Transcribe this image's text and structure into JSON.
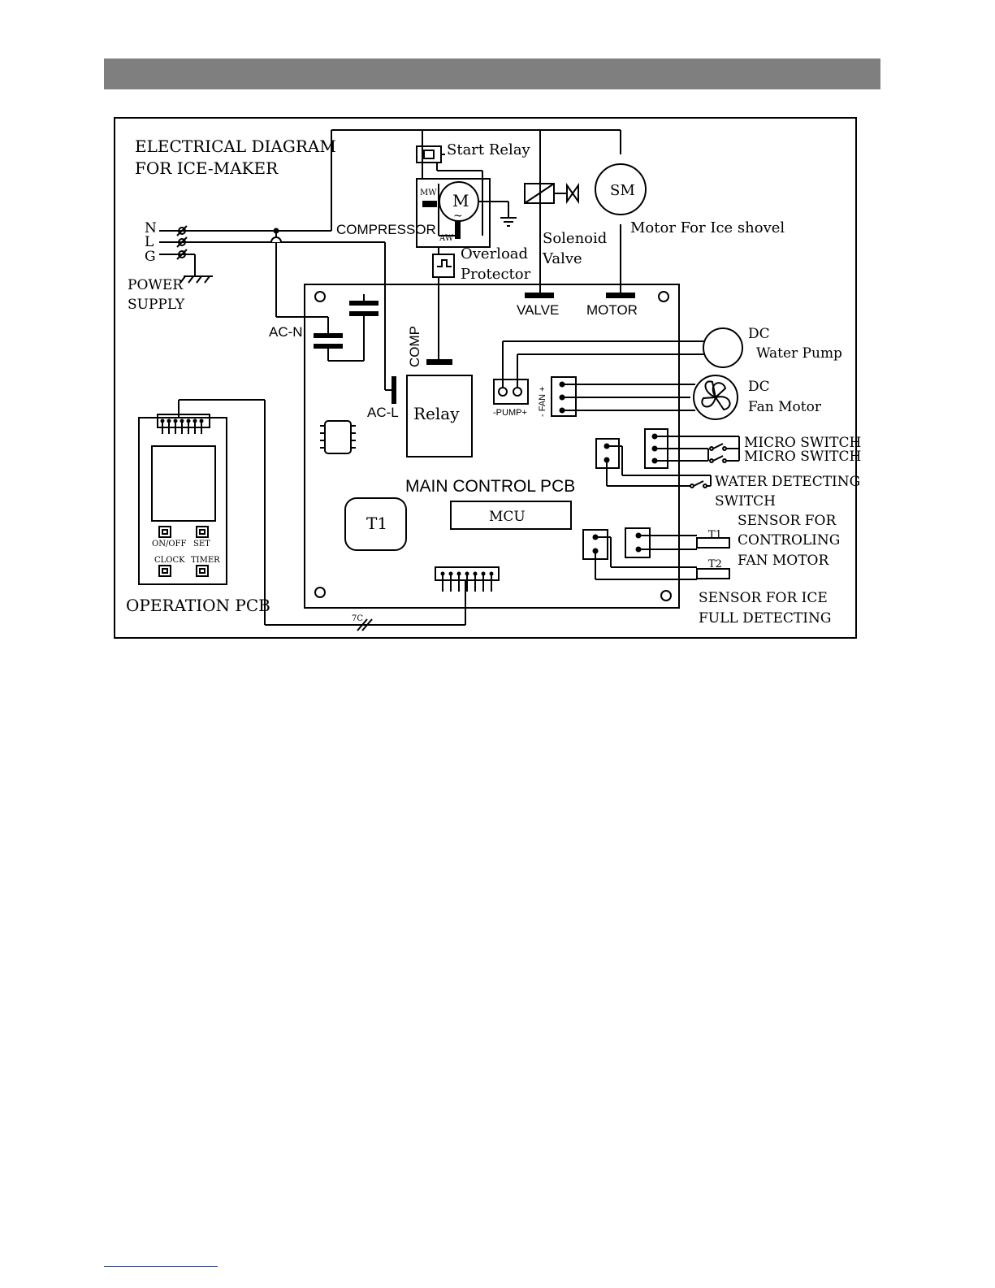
{
  "diagram": {
    "title_line1": "ELECTRICAL DIAGRAM",
    "title_line2": "FOR ICE-MAKER",
    "power": {
      "n": "N",
      "l": "L",
      "g": "G",
      "label1": "POWER",
      "label2": "SUPPLY"
    },
    "compressor": {
      "label": "COMPRESSOR",
      "motor": "M",
      "tilde": "~",
      "mw": "MW",
      "aw": "AW"
    },
    "start_relay": "Start Relay",
    "overload1": "Overload",
    "overload2": "Protector",
    "solenoid1": "Solenoid",
    "solenoid2": "Valve",
    "shovel_motor": {
      "symbol": "SM",
      "label": "Motor For Ice shovel"
    },
    "main_pcb": {
      "title": "MAIN CONTROL PCB",
      "valve": "VALVE",
      "motor": "MOTOR",
      "ac_n": "AC-N",
      "ac_l": "AC-L",
      "comp": "COMP",
      "relay": "Relay",
      "t1": "T1",
      "mcu": "MCU",
      "pump_conn": "-PUMP+",
      "fan_conn": "- FAN +"
    },
    "water_pump1": "DC",
    "water_pump2": "Water Pump",
    "fan_motor1": "DC",
    "fan_motor2": "Fan Motor",
    "micro_switch1": "MICRO SWITCH",
    "micro_switch2": "MICRO SWITCH",
    "water_detect1": "WATER DETECTING",
    "water_detect2": "SWITCH",
    "sensor_fan1": "SENSOR FOR",
    "sensor_fan2": "CONTROLING",
    "sensor_fan3": "FAN MOTOR",
    "t1_label": "T1",
    "t2_label": "T2",
    "sensor_ice1": "SENSOR FOR ICE",
    "sensor_ice2": "FULL DETECTING",
    "operation_pcb": {
      "label": "OPERATION PCB",
      "on_off": "ON/OFF",
      "set": "SET",
      "clock": "CLOCK",
      "timer": "TIMER"
    },
    "cable": "7C"
  }
}
